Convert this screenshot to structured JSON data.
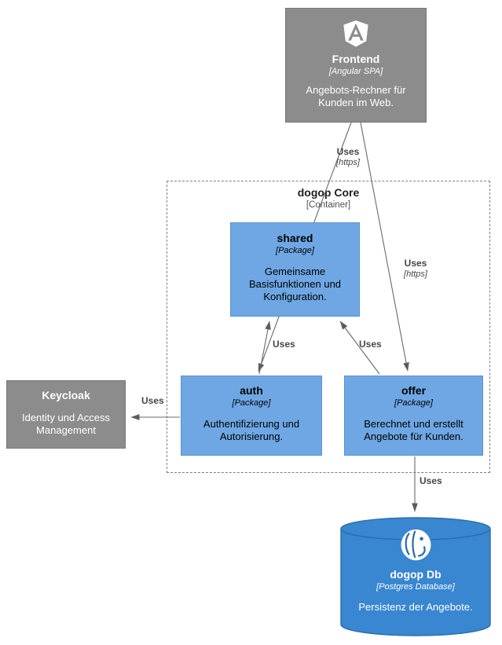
{
  "diagram": {
    "nodes": {
      "frontend": {
        "title": "Frontend",
        "subtitle": "[Angular SPA]",
        "description": "Angebots-Rechner für Kunden im Web.",
        "icon": "angular-logo"
      },
      "dogop_core": {
        "title": "dogop Core",
        "subtitle": "[Container]"
      },
      "shared": {
        "title": "shared",
        "subtitle": "[Package]",
        "description": "Gemeinsame Basisfunktionen und Konfiguration."
      },
      "auth": {
        "title": "auth",
        "subtitle": "[Package]",
        "description": "Authentifizierung und Autorisierung."
      },
      "offer": {
        "title": "offer",
        "subtitle": "[Package]",
        "description": "Berechnet und erstellt Angebote für Kunden."
      },
      "keycloak": {
        "title": "Keycloak",
        "description": "Identity und Access Management"
      },
      "dogop_db": {
        "title": "dogop Db",
        "subtitle": "[Postgres Database]",
        "description": "Persistenz der Angebote.",
        "icon": "postgresql-logo"
      }
    },
    "edges": {
      "frontend_to_auth": {
        "label": "Uses",
        "protocol": "[https]"
      },
      "frontend_to_offer": {
        "label": "Uses",
        "protocol": "[https]"
      },
      "auth_to_shared": {
        "label": "Uses"
      },
      "offer_to_shared": {
        "label": "Uses"
      },
      "auth_to_keycloak": {
        "label": "Uses"
      },
      "offer_to_db": {
        "label": "Uses"
      }
    },
    "colors": {
      "external_system_fill": "#8C8C8C",
      "component_fill": "#6EA7E4",
      "component_border": "#5C92CE",
      "database_fill": "#3986D1",
      "edge_color": "#6A6A6A"
    }
  }
}
